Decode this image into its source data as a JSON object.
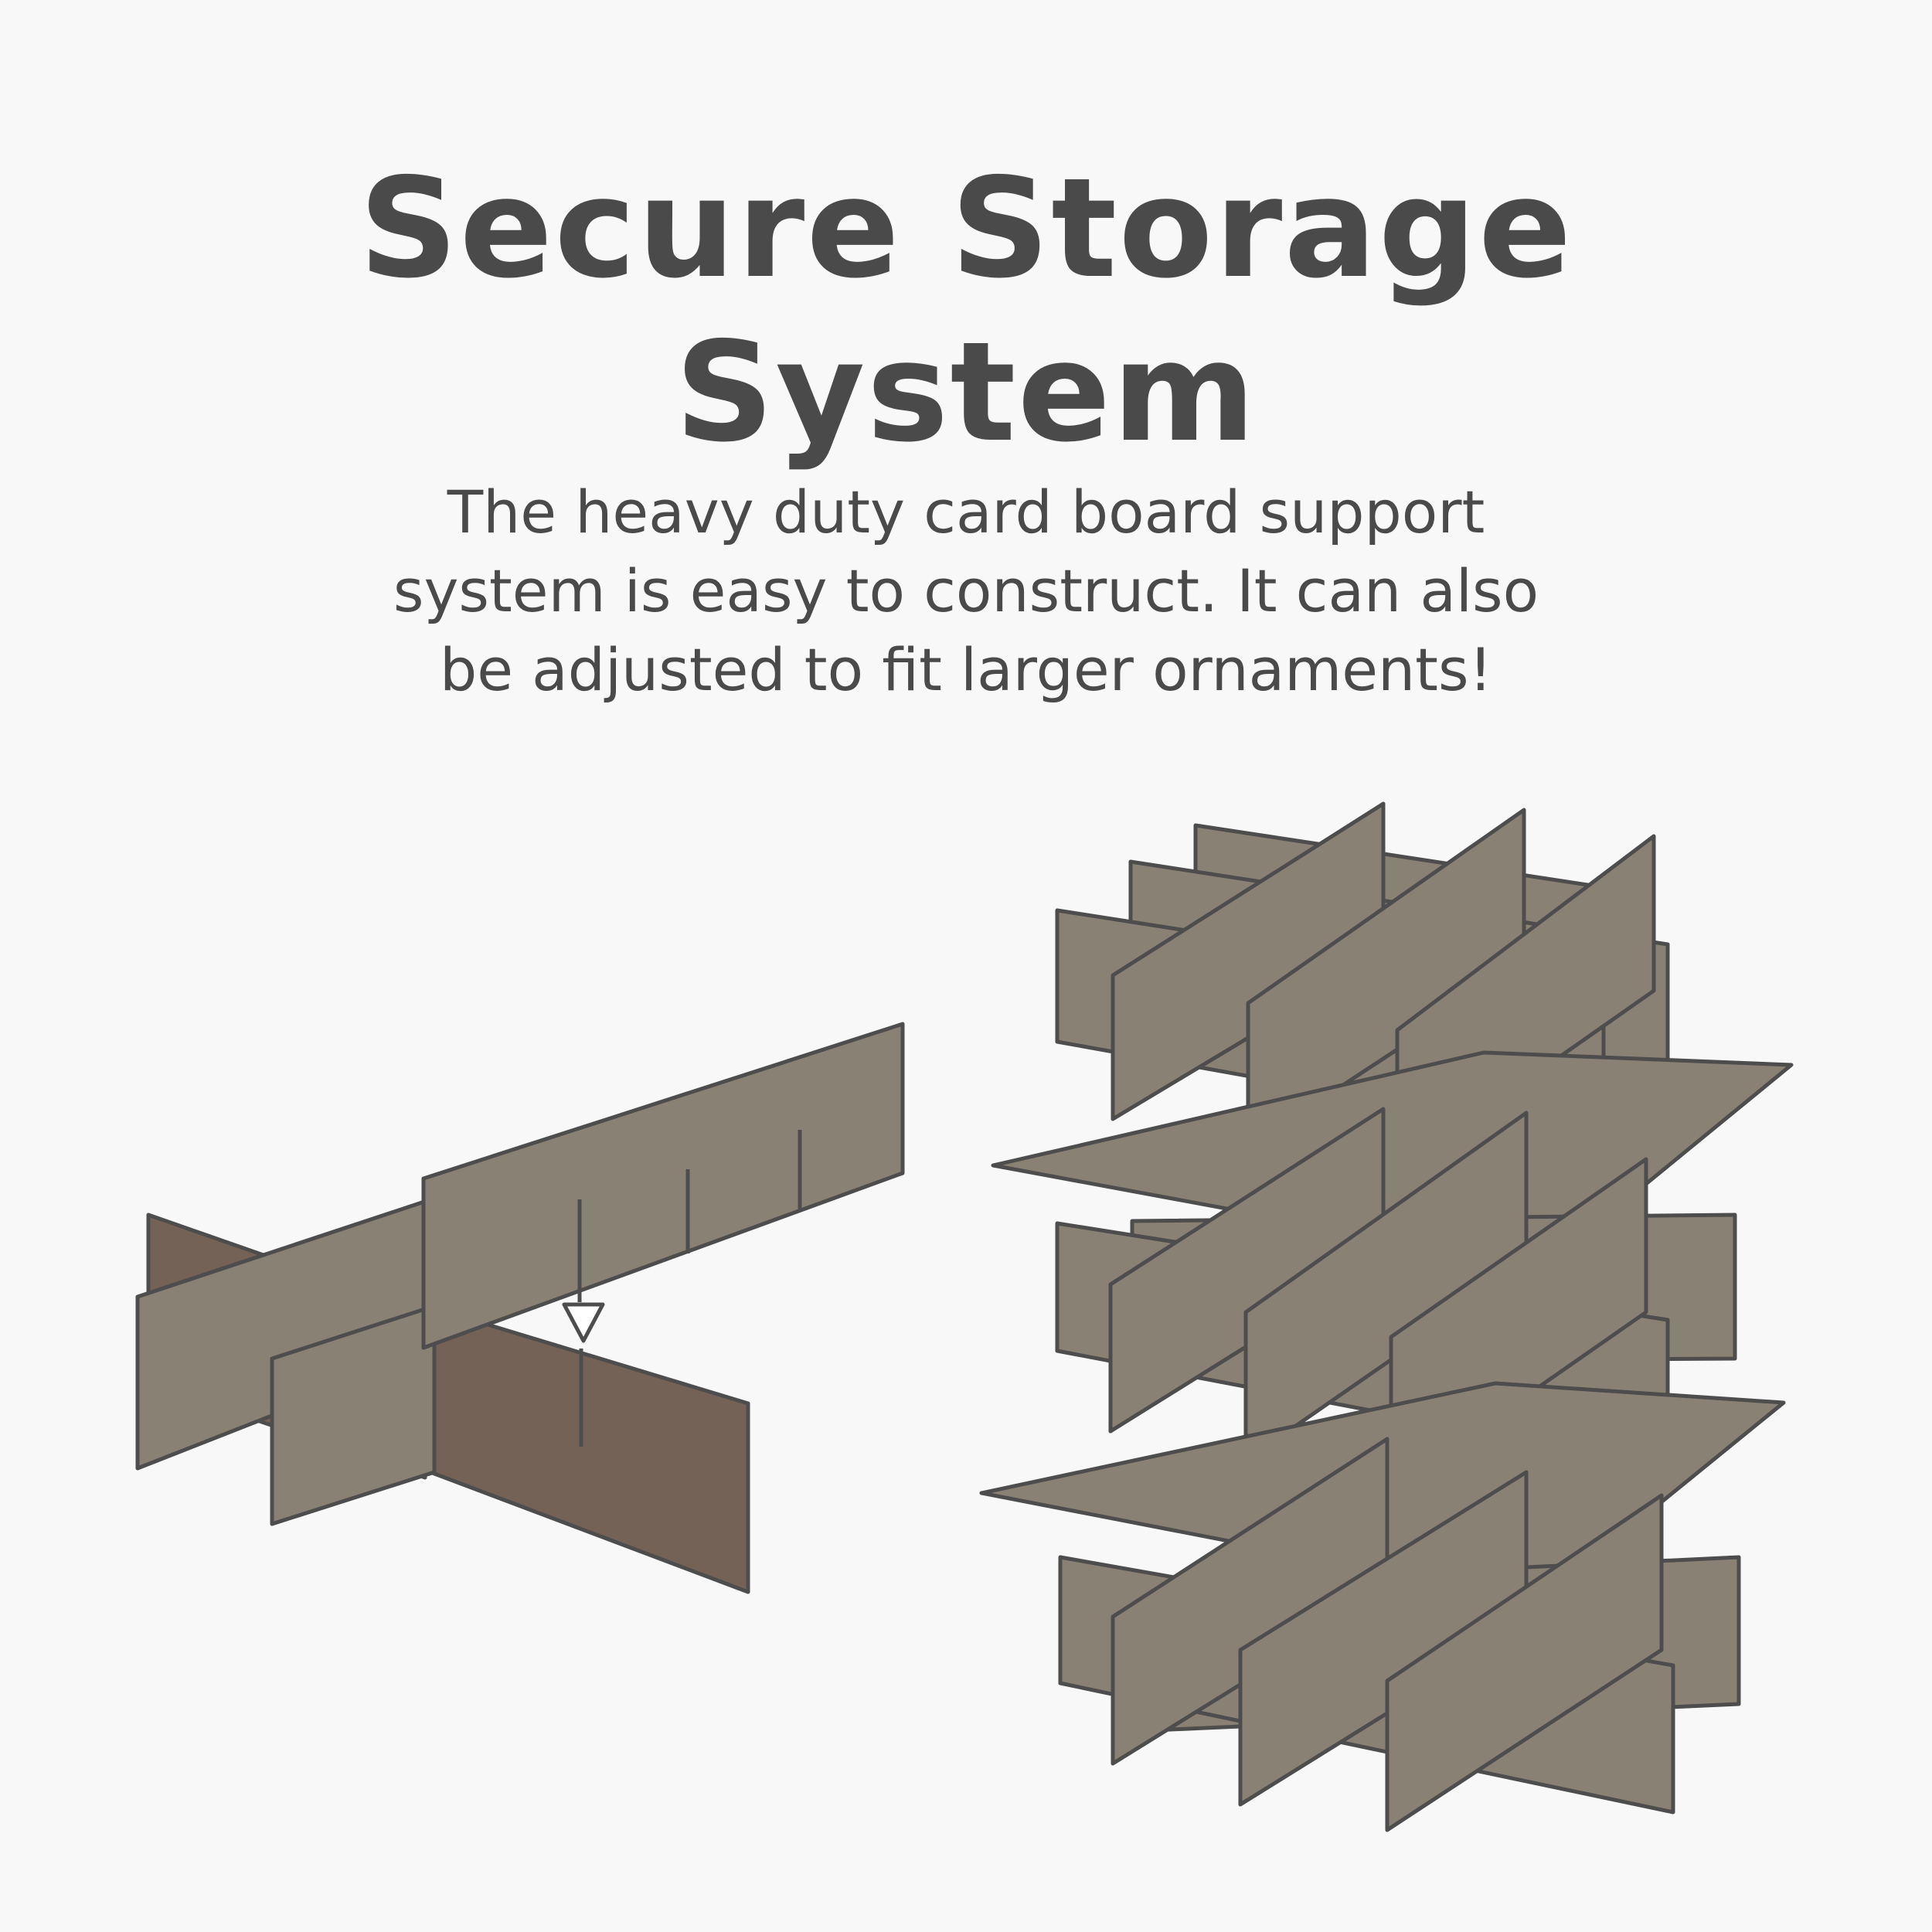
{
  "heading": {
    "line1": "Secure Storage",
    "line2": "System"
  },
  "description": {
    "line1": "The heavy duty card board support",
    "line2": "system is easy to construct. It can also",
    "line3": "be adjusted to fit larger ornaments!"
  },
  "colors": {
    "background": "#f8f8f8",
    "text": "#4a4a4a",
    "board_light": "#8a8175",
    "board_dark": "#736255",
    "outline": "#4d4d4d"
  },
  "icons": {
    "insert_arrow": "down-arrow-icon"
  }
}
